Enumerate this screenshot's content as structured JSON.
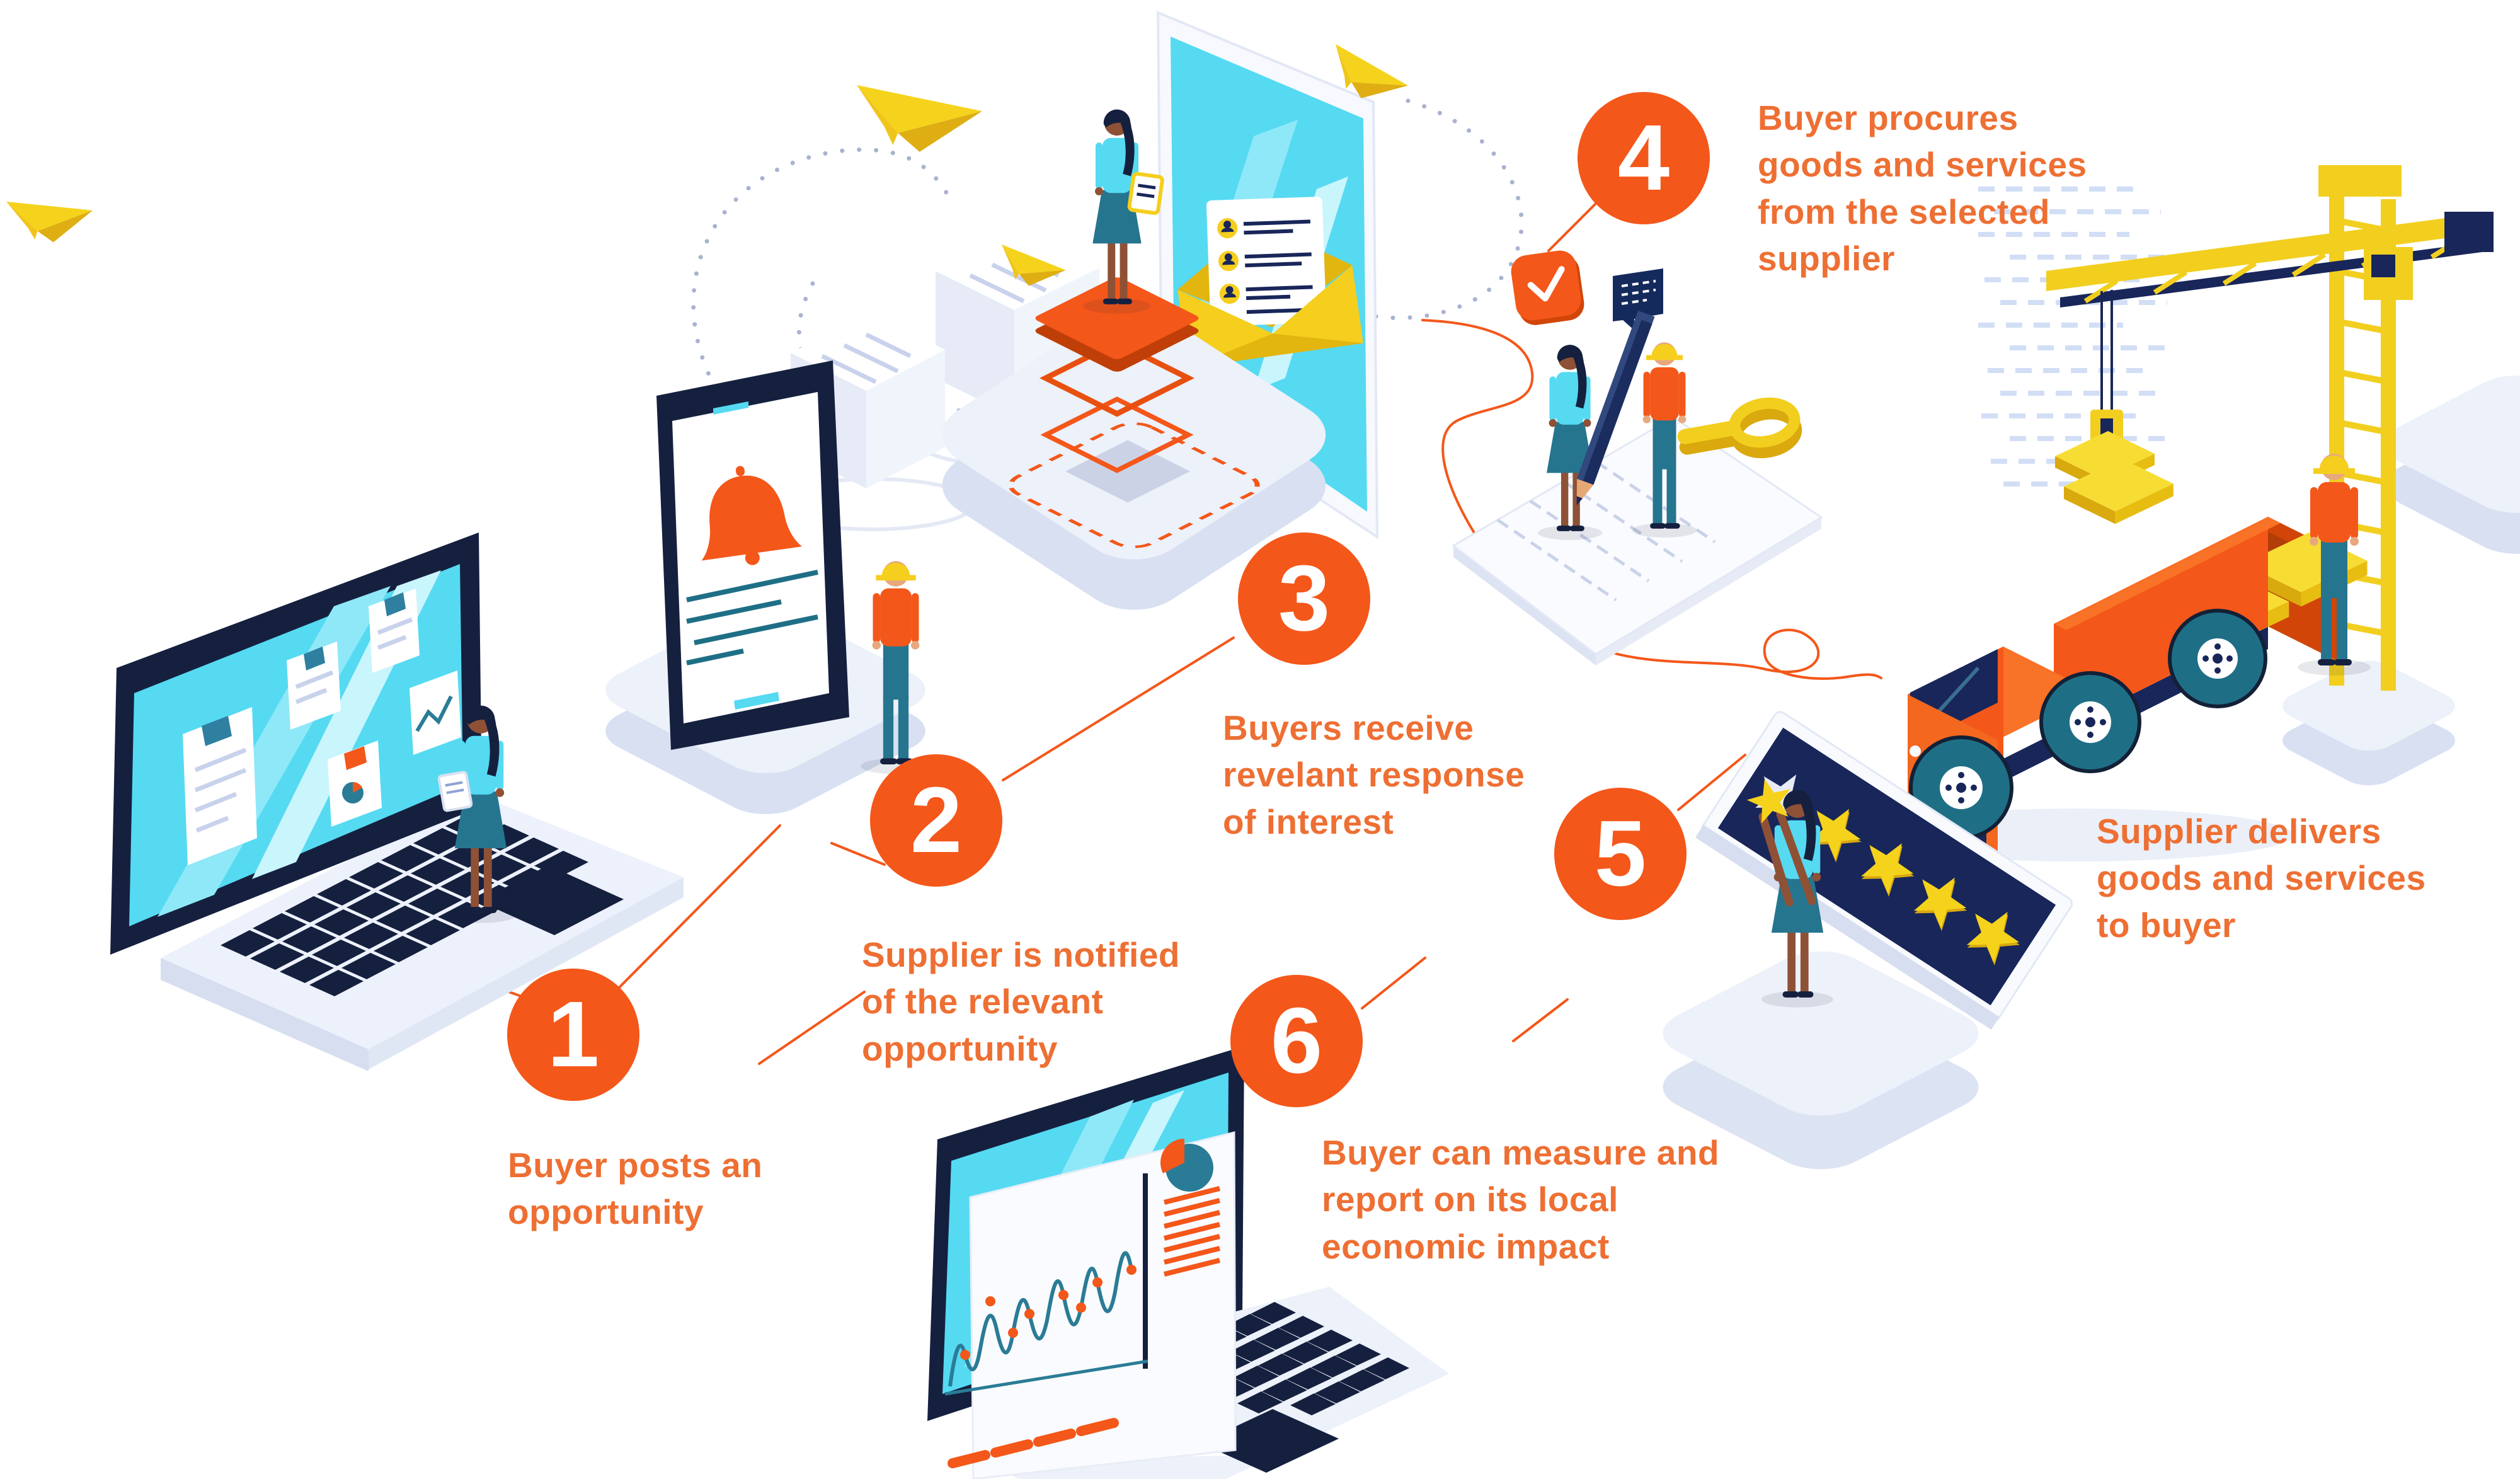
{
  "steps": [
    {
      "number": "1",
      "label": "Buyer posts an\nopportunity"
    },
    {
      "number": "2",
      "label": "Supplier is notified\nof the relevant\nopportunity"
    },
    {
      "number": "3",
      "label": "Buyers receive\nrevelant response\nof interest"
    },
    {
      "number": "4",
      "label": "Buyer procures\ngoods and services\nfrom the selected\nsupplier"
    },
    {
      "number": "5",
      "label": "Supplier delivers\ngoods and services\nto buyer"
    },
    {
      "number": "6",
      "label": "Buyer can measure and\nreport on its local\neconomic impact"
    }
  ],
  "colors": {
    "primary_orange": "#F4571A",
    "label_orange": "#EE6F33",
    "yellow": "#F2CF1F",
    "navy": "#15203F",
    "teal": "#26758F",
    "cyan": "#55DAF2",
    "panel_navy": "#18265A",
    "platform_light": "#ECF1FA"
  },
  "icons": {
    "bell": "notification-bell-icon",
    "envelope": "open-envelope-icon",
    "check": "checkmark-badge-icon",
    "speech_bubble": "speech-bubble-icon",
    "magnifier": "magnifier-icon",
    "paper_plane": "paper-plane-icon",
    "star": "rating-star-icon",
    "pie_chart": "pie-chart-icon",
    "line_chart": "line-chart-icon"
  }
}
